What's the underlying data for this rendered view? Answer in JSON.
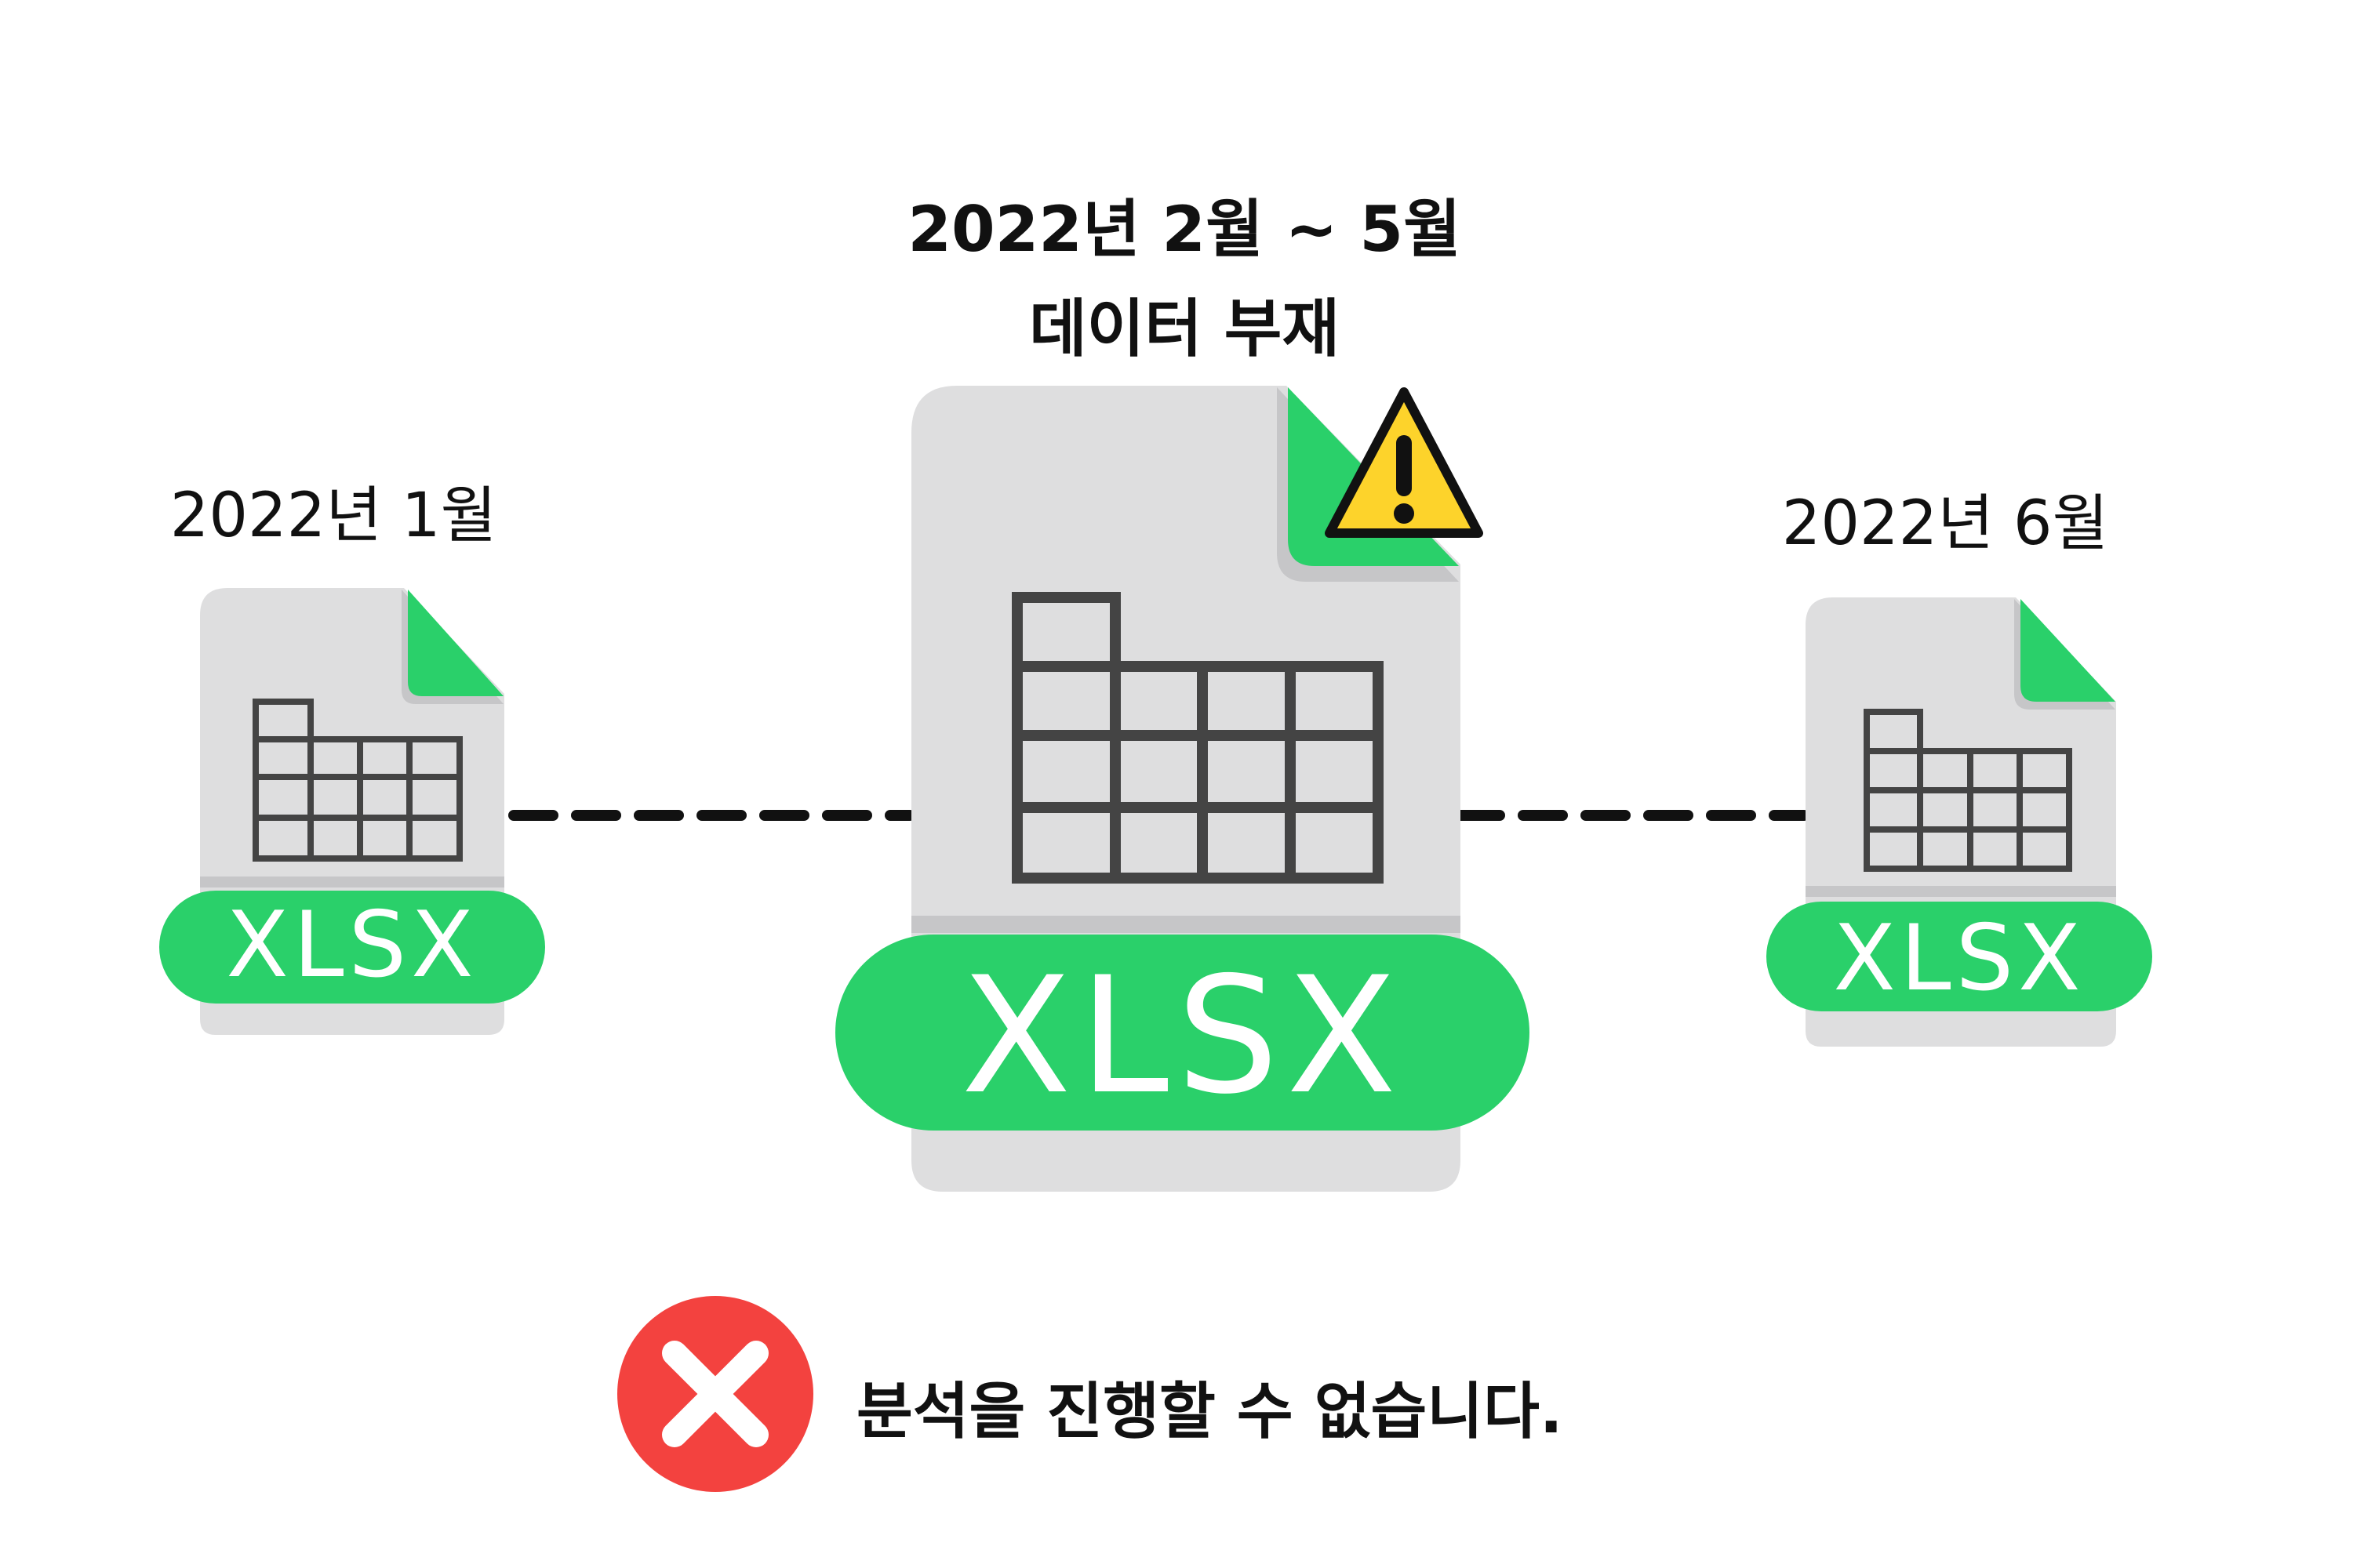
{
  "labels": {
    "january": "2022년 1월",
    "missing_range": "2022년 2월 ~ 5월",
    "missing_status": "데이터 부재",
    "june": "2022년 6월"
  },
  "files": {
    "left": {
      "badge": "XLSX"
    },
    "center": {
      "badge": "XLSX"
    },
    "right": {
      "badge": "XLSX"
    }
  },
  "message": "분석을 진행할 수 없습니다.",
  "icons": {
    "file": "spreadsheet-file-icon",
    "warning": "warning-triangle-icon",
    "error": "error-x-circle-icon"
  },
  "colors": {
    "green": "#2ad06a",
    "file_gray": "#dededf",
    "grid": "#444444",
    "warning_yellow": "#fdd32b",
    "error_red": "#f3423f"
  }
}
